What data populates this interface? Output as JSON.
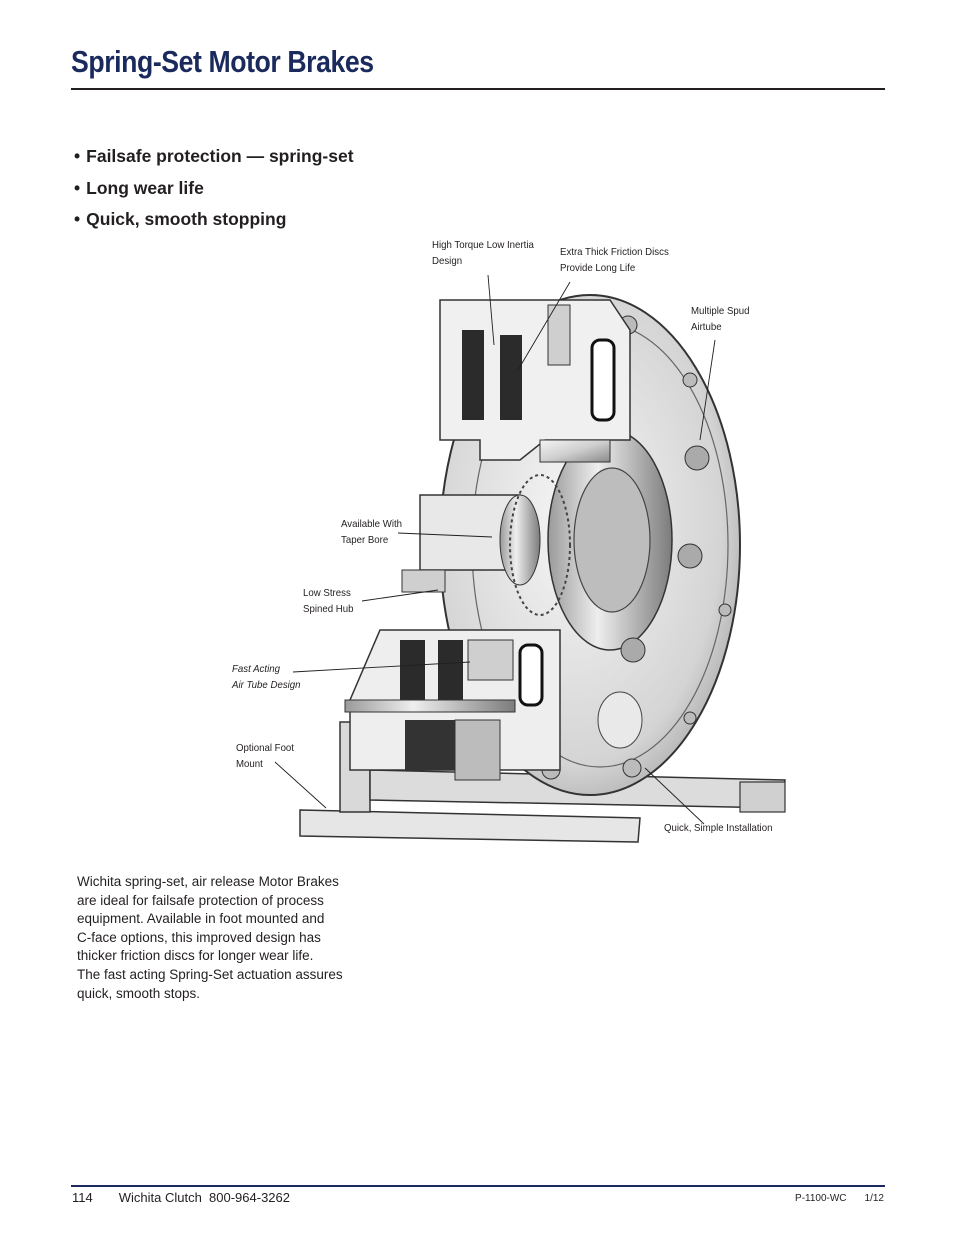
{
  "page": {
    "title": "Spring-Set Motor Brakes"
  },
  "bullets": [
    "Failsafe protection — spring-set",
    "Long wear life",
    "Quick, smooth stopping"
  ],
  "bullet_marker": "•",
  "callouts": {
    "high_torque": [
      "High Torque Low Inertia",
      "Design"
    ],
    "friction_discs": [
      "Extra Thick Friction Discs",
      "Provide Long Life"
    ],
    "spud_airtube": [
      "Multiple Spud",
      "Airtube"
    ],
    "taper_bore": [
      "Available With",
      "Taper Bore"
    ],
    "splined_hub": [
      "Low Stress",
      "Spined Hub"
    ],
    "air_tube": [
      "Fast Acting",
      "Air Tube Design"
    ],
    "foot_mount": [
      "Optional Foot",
      "Mount"
    ],
    "installation": [
      "Quick, Simple Installation"
    ]
  },
  "description_lines": [
    "Wichita spring-set, air release Motor Brakes",
    "are ideal for failsafe protection of process",
    "equipment. Available in foot mounted and",
    "C-face options, this improved design has",
    "thicker friction discs for longer wear life.",
    "The fast acting Spring-Set actuation assures",
    "quick, smooth stops."
  ],
  "footer": {
    "page_number": "114",
    "company": "Wichita Clutch  800-964-3262",
    "doc_code": "P-1100-WC",
    "date": "1/12"
  },
  "colors": {
    "title_navy": "#1a2a5c",
    "text": "#231f20"
  }
}
